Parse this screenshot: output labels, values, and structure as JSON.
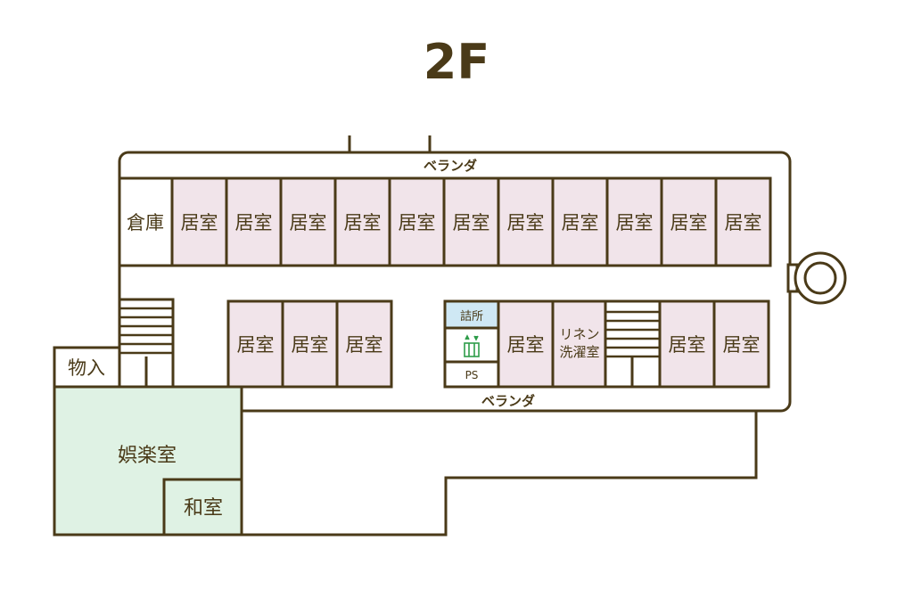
{
  "floor_title": "2F",
  "veranda_top": "ベランダ",
  "veranda_bottom": "ベランダ",
  "colors": {
    "wall": "#4a3a18",
    "resident_room": "#f1e4ea",
    "recreation": "#dff2e4",
    "station": "#cfe8f4",
    "elevator_icon": "#2e9c4a",
    "background": "#ffffff"
  },
  "rooms": {
    "storage": "倉庫",
    "resident_room": "居室",
    "station": "詰所",
    "ps": "PS",
    "linen": [
      "リネン",
      "洗濯室"
    ],
    "delivery": "物入",
    "recreation": "娯楽室",
    "japanese_room": "和室"
  },
  "top_row_resident_room_count": 11,
  "bottom_row_resident_room_count": 6,
  "icons": {
    "elevator": "elevator-icon",
    "stairs": "stairs-icon",
    "emergency_exit": "circle-exit-icon"
  }
}
